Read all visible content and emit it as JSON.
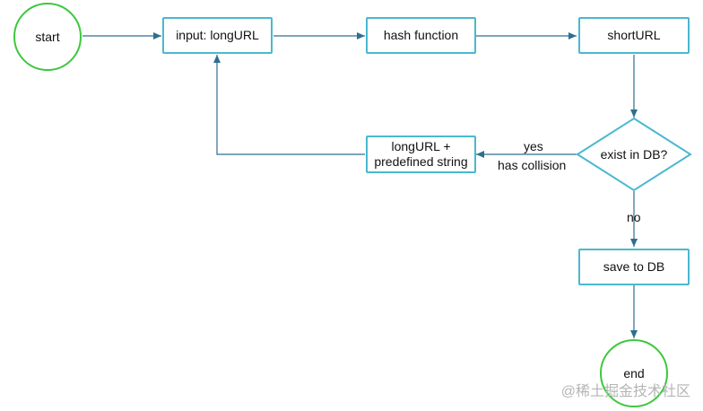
{
  "nodes": {
    "start": "start",
    "input": "input: longURL",
    "hash": "hash function",
    "short": "shortURL",
    "decision": "exist in DB?",
    "modify_line1": "longURL +",
    "modify_line2": "predefined string",
    "save": "save to DB",
    "end": "end"
  },
  "edges": {
    "yes": "yes",
    "has_collision": "has collision",
    "no": "no"
  },
  "watermark": "@稀土掘金技术社区",
  "colors": {
    "terminal_border": "#3cc83c",
    "process_border": "#4ab8cf",
    "connector": "#2e6f8e"
  }
}
